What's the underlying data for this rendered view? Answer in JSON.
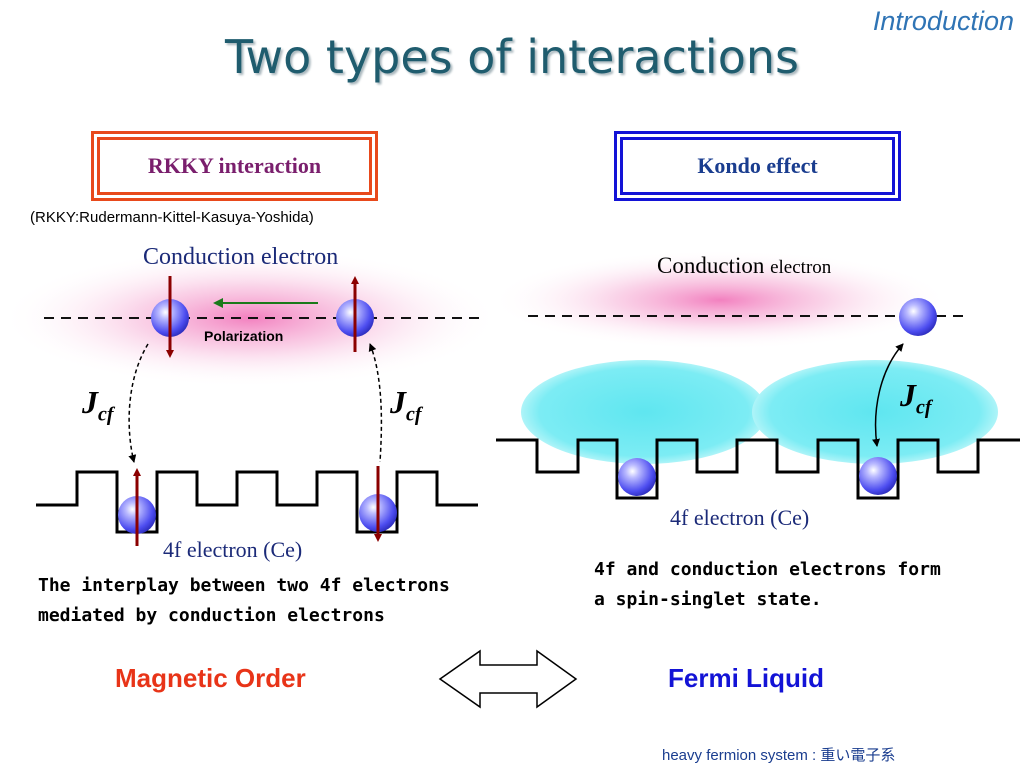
{
  "header": {
    "title": "Two types of interactions",
    "section": "Introduction"
  },
  "left_panel": {
    "box_label": "RKKY interaction",
    "full_name": "(RKKY:Rudermann-Kittel-Kasuya-Yoshida)",
    "conduction_label": "Conduction electron",
    "polarization_label": "Polarization",
    "coupling_symbol": "J",
    "coupling_subscript": "cf",
    "f_electron_label": "4f electron (Ce)",
    "caption_lines": [
      "The interplay between two 4f electrons",
      "mediated by conduction electrons"
    ],
    "result": "Magnetic Order"
  },
  "right_panel": {
    "box_label": "Kondo effect",
    "conduction_label_main": "Conduction",
    "conduction_label_small": "electron",
    "coupling_symbol": "J",
    "coupling_subscript": "cf",
    "f_electron_label": "4f electron (Ce)",
    "caption_lines": [
      "4f and conduction electrons form",
      "a spin-singlet state."
    ],
    "result": "Fermi Liquid"
  },
  "footnote": "heavy fermion system : 重い電子系",
  "colors": {
    "title": "#1f5c6e",
    "section": "#2f74b5",
    "rkky_box": "#e8491b",
    "kondo_box": "#1313d6",
    "magnetic_order": "#e83418",
    "fermi_liquid": "#1313d6",
    "spin_arrow": "#8b0000",
    "polarization_arrow": "#1a7a1a",
    "cloud_pink": "#f06ab4",
    "cloud_cyan": "#5fe6f0"
  },
  "icons": [
    "electron-sphere-icon",
    "spin-up-arrow-icon",
    "spin-down-arrow-icon",
    "double-headed-arrow-icon",
    "polarization-arrow-icon"
  ]
}
